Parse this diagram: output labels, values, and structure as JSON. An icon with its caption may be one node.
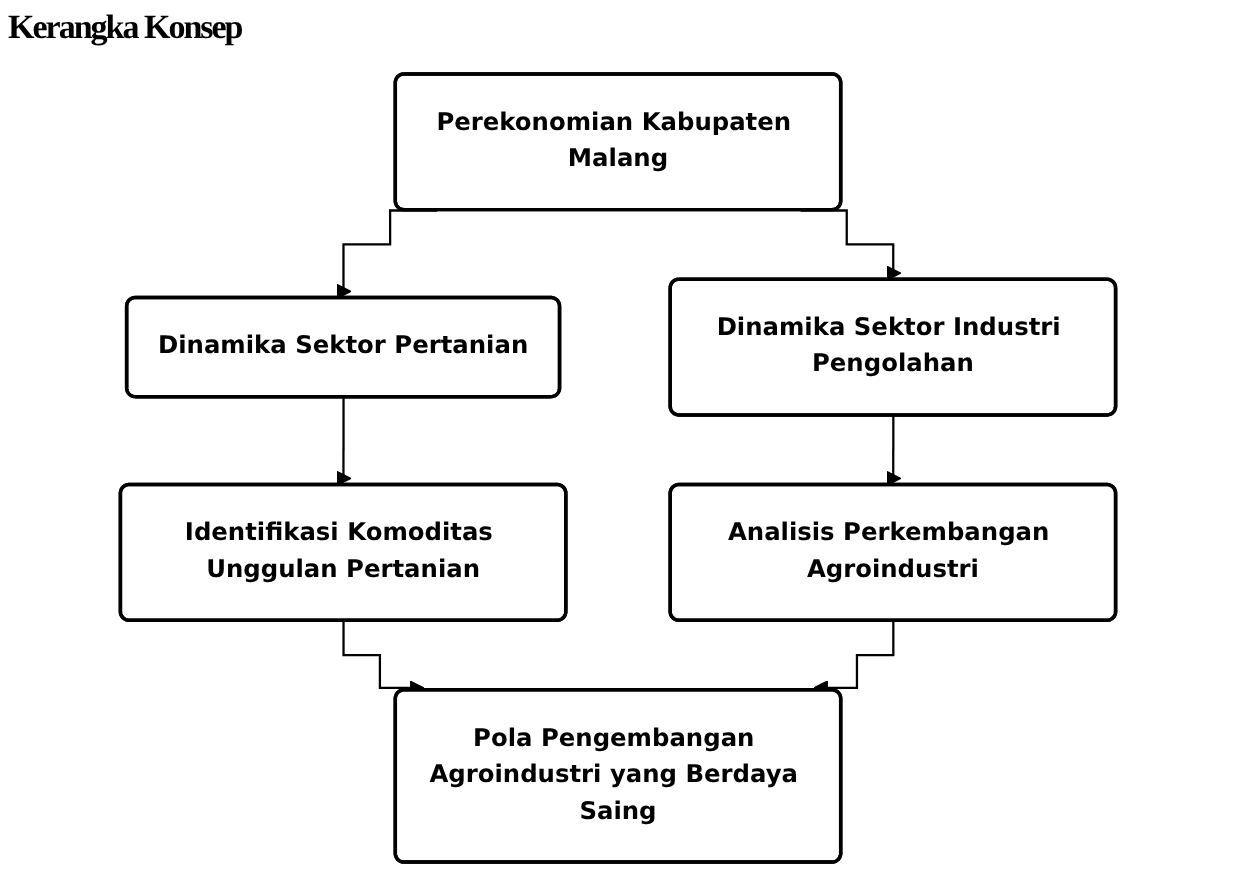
{
  "diagram": {
    "title": "Kerangka Konsep",
    "nodes": [
      {
        "text": [
          "Perekonomian Kabupaten Malang"
        ]
      },
      {
        "text": [
          "Dinamika Sektor Pertanian"
        ]
      },
      {
        "text": [
          "Dinamika Sektor Industri Pengolahan"
        ]
      },
      {
        "text": [
          "Identifikasi Komoditas Unggulan Pertanian"
        ]
      },
      {
        "text": [
          "Analisis Perkembangan Agroindustri"
        ]
      },
      {
        "text": [
          "Pola Pengembangan Agroindustri yang Berdaya Saing"
        ]
      }
    ],
    "edges": [
      {
        "from": 0,
        "to": 1,
        "arrow": "to"
      },
      {
        "from": 0,
        "to": 2,
        "arrow": "to"
      },
      {
        "from": 1,
        "to": 3,
        "arrow": "to"
      },
      {
        "from": 2,
        "to": 4,
        "arrow": "to"
      },
      {
        "from": 3,
        "to": 5,
        "arrow": "to"
      },
      {
        "from": 4,
        "to": 5,
        "arrow": "to"
      }
    ]
  }
}
